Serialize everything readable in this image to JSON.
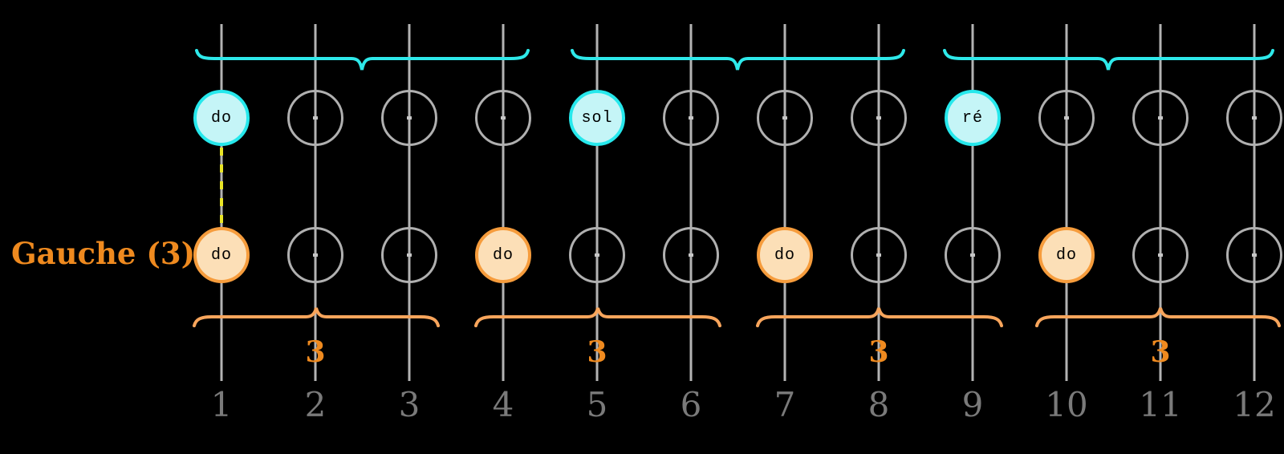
{
  "label_left": "Gauche (3)",
  "beat_numbers": [
    "1",
    "2",
    "3",
    "4",
    "5",
    "6",
    "7",
    "8",
    "9",
    "10",
    "11",
    "12"
  ],
  "top_row": {
    "notes": [
      {
        "beat": 1,
        "label": "do"
      },
      {
        "beat": 5,
        "label": "sol"
      },
      {
        "beat": 9,
        "label": "ré"
      }
    ]
  },
  "bottom_row": {
    "notes": [
      {
        "beat": 1,
        "label": "do"
      },
      {
        "beat": 4,
        "label": "do"
      },
      {
        "beat": 7,
        "label": "do"
      },
      {
        "beat": 10,
        "label": "do"
      }
    ],
    "group_labels": [
      "3",
      "3",
      "3",
      "3"
    ]
  },
  "colors": {
    "background": "#000000",
    "cyan_accent": "#2ee9ea",
    "cyan_fill": "#c5f5f7",
    "orange_accent": "#f69c3c",
    "orange_fill": "#fcdfb7",
    "orange_text": "#ef8a1f",
    "grid_gray": "#b3b3b3",
    "number_gray": "#7a7a7a",
    "tie_yellow": "#e9e426"
  }
}
